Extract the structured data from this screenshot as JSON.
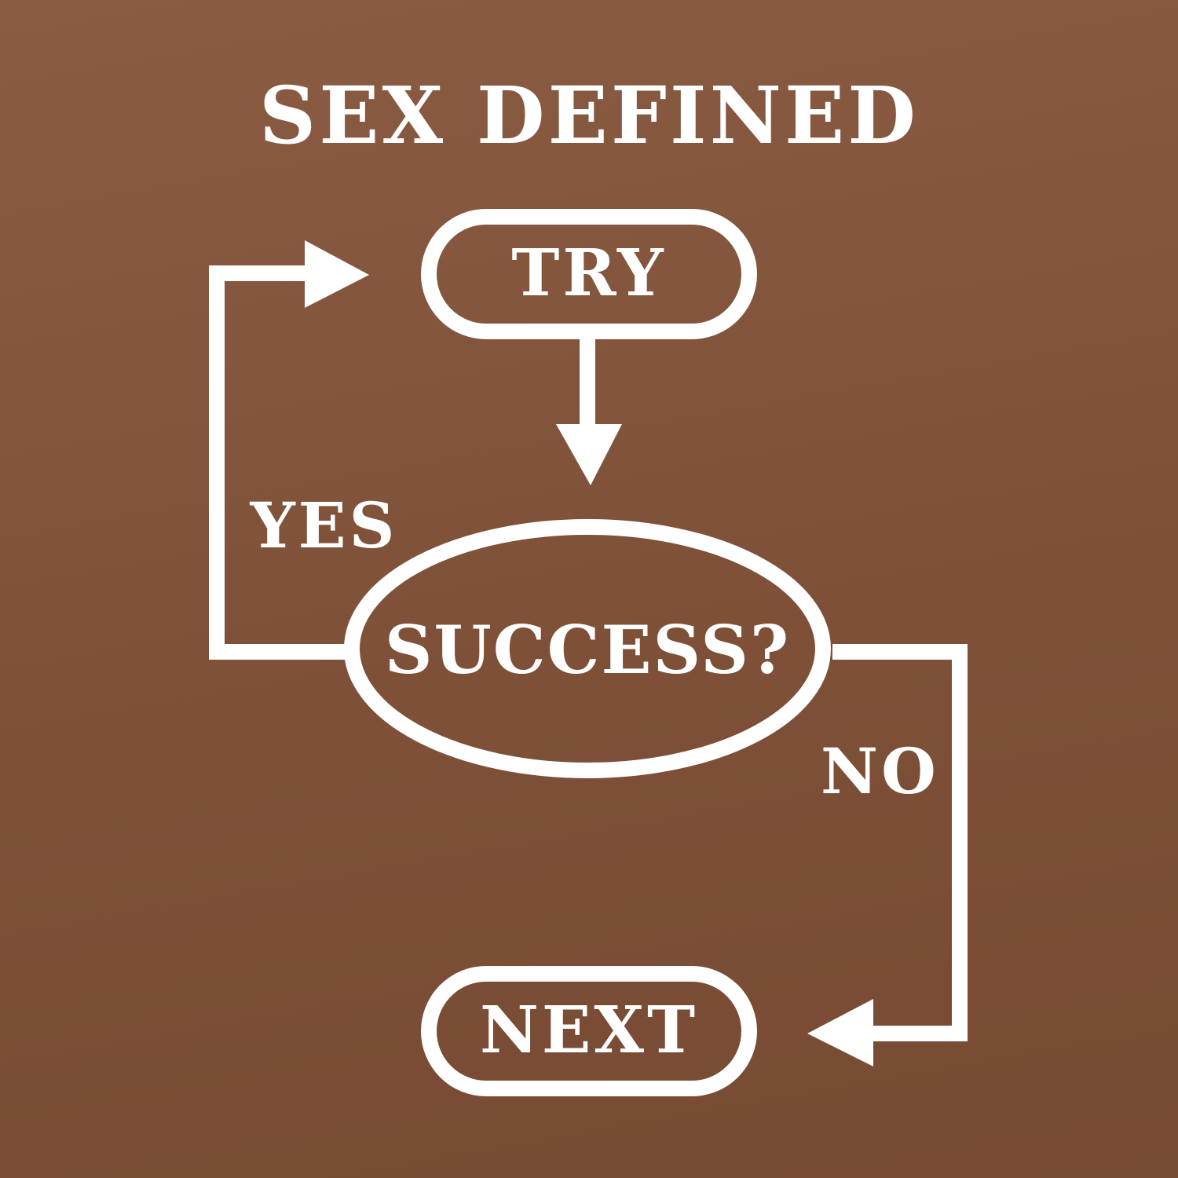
{
  "title": "SEX DEFINED",
  "nodes": {
    "try": "TRY",
    "success": "SUCCESS?",
    "next": "NEXT"
  },
  "edges": {
    "yes": "YES",
    "no": "NO"
  },
  "colors": {
    "background": "#7f5139",
    "foreground": "#ffffff"
  }
}
